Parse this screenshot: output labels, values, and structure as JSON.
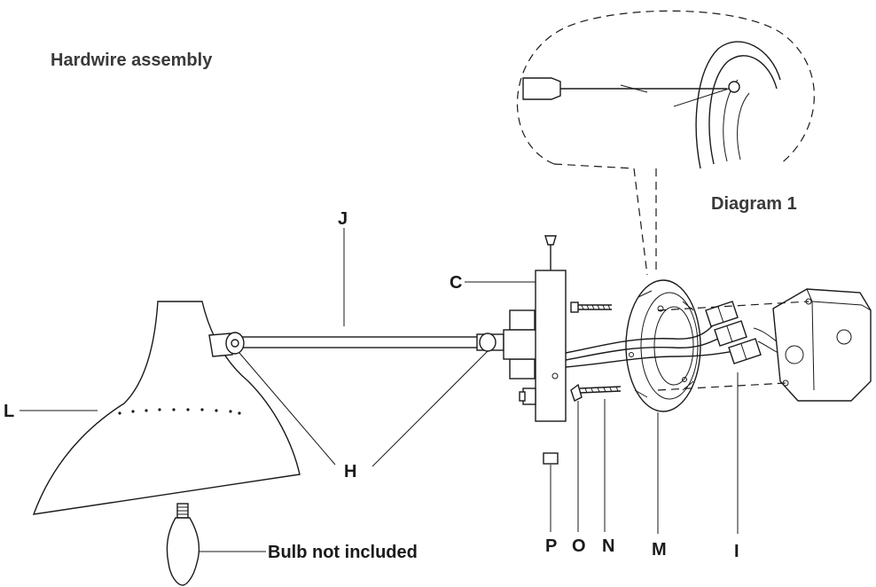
{
  "title": "Hardwire assembly",
  "diagram_label": "Diagram 1",
  "bulb_note": "Bulb not included",
  "parts": {
    "C": "C",
    "J": "J",
    "L": "L",
    "H": "H",
    "P": "P",
    "O": "O",
    "N": "N",
    "M": "M",
    "I": "I"
  }
}
